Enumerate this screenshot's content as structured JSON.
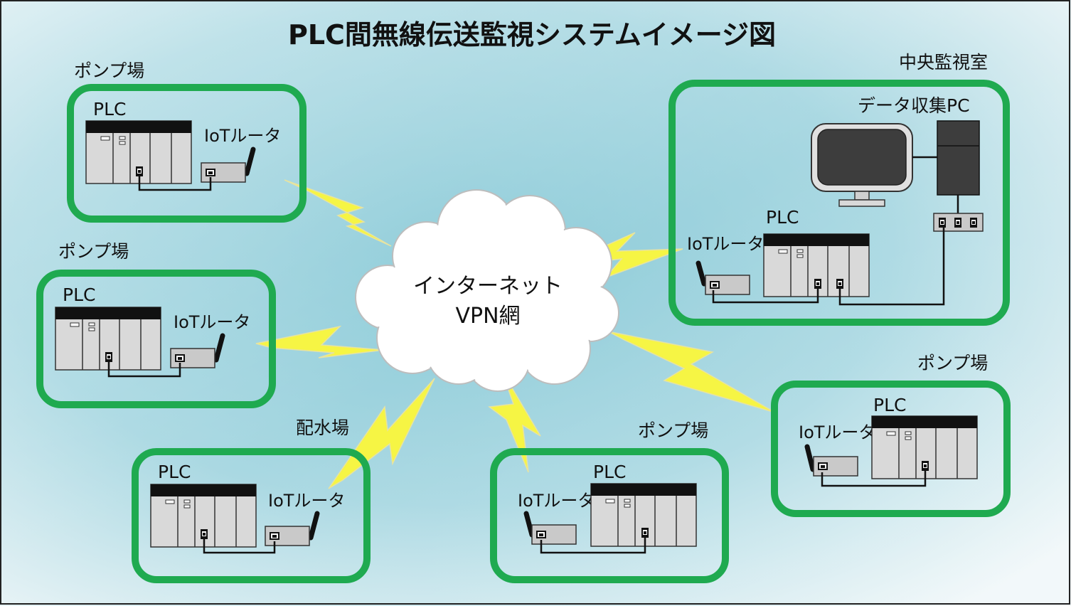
{
  "title": "PLC間無線伝送監視システムイメージ図",
  "cloud": {
    "line1": "インターネット",
    "line2": "VPN網"
  },
  "central": {
    "site": "中央監視室",
    "pc_label": "データ収集PC",
    "plc_label": "PLC",
    "router_label": "IoTルータ"
  },
  "sites": [
    {
      "site": "ポンプ場",
      "plc_label": "PLC",
      "router_label": "IoTルータ"
    },
    {
      "site": "ポンプ場",
      "plc_label": "PLC",
      "router_label": "IoTルータ"
    },
    {
      "site": "配水場",
      "plc_label": "PLC",
      "router_label": "IoTルータ"
    },
    {
      "site": "ポンプ場",
      "plc_label": "PLC",
      "router_label": "IoTルータ"
    },
    {
      "site": "ポンプ場",
      "plc_label": "PLC",
      "router_label": "IoTルータ"
    }
  ],
  "colors": {
    "site_border": "#1faa50",
    "lightning": "#f6f544",
    "background_center": "#8ccbd8",
    "background_edge": "#eef6f8",
    "equipment": "#d9d9d9"
  }
}
